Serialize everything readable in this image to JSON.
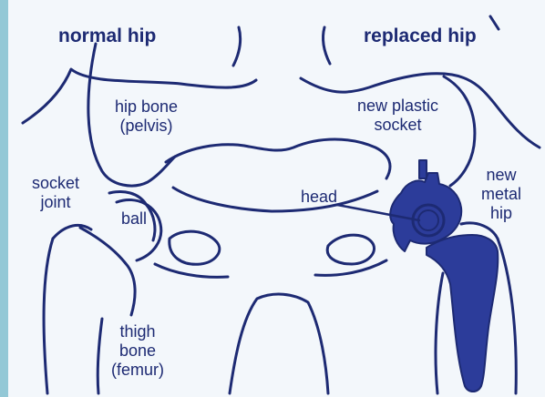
{
  "titles": {
    "left": "normal hip",
    "right": "replaced hip"
  },
  "labels": {
    "hip_bone": [
      "hip bone",
      "(pelvis)"
    ],
    "socket_joint": [
      "socket",
      "joint"
    ],
    "ball": "ball",
    "thigh_bone": [
      "thigh",
      "bone",
      "(femur)"
    ],
    "new_plastic_socket": [
      "new plastic",
      "socket"
    ],
    "head": "head",
    "new_metal_hip": [
      "new",
      "metal",
      "hip"
    ]
  },
  "colors": {
    "stripe": "#93c8d6",
    "background": "#f3f7fb",
    "ink": "#1d2a73",
    "implant": "#2c3c9a"
  }
}
